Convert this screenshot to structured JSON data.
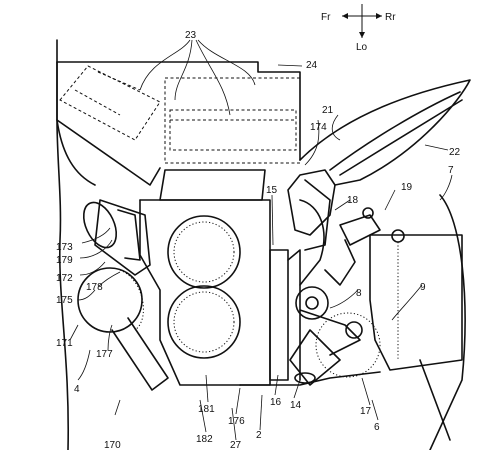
{
  "direction": {
    "front": "Fr",
    "rear": "Rr",
    "lower": "Lo"
  },
  "labels": {
    "l23": "23",
    "l24": "24",
    "l21": "21",
    "l174": "174",
    "l22": "22",
    "l15": "15",
    "l18": "18",
    "l19": "19",
    "l7": "7",
    "l173": "173",
    "l179": "179",
    "l172": "172",
    "l178": "178",
    "l175": "175",
    "l171": "171",
    "l177": "177",
    "l4": "4",
    "l8": "8",
    "l9": "9",
    "l181": "181",
    "l176": "176",
    "l16": "16",
    "l14": "14",
    "l17": "17",
    "l6": "6",
    "l182": "182",
    "l27": "27",
    "l2": "2",
    "l170": "170"
  }
}
